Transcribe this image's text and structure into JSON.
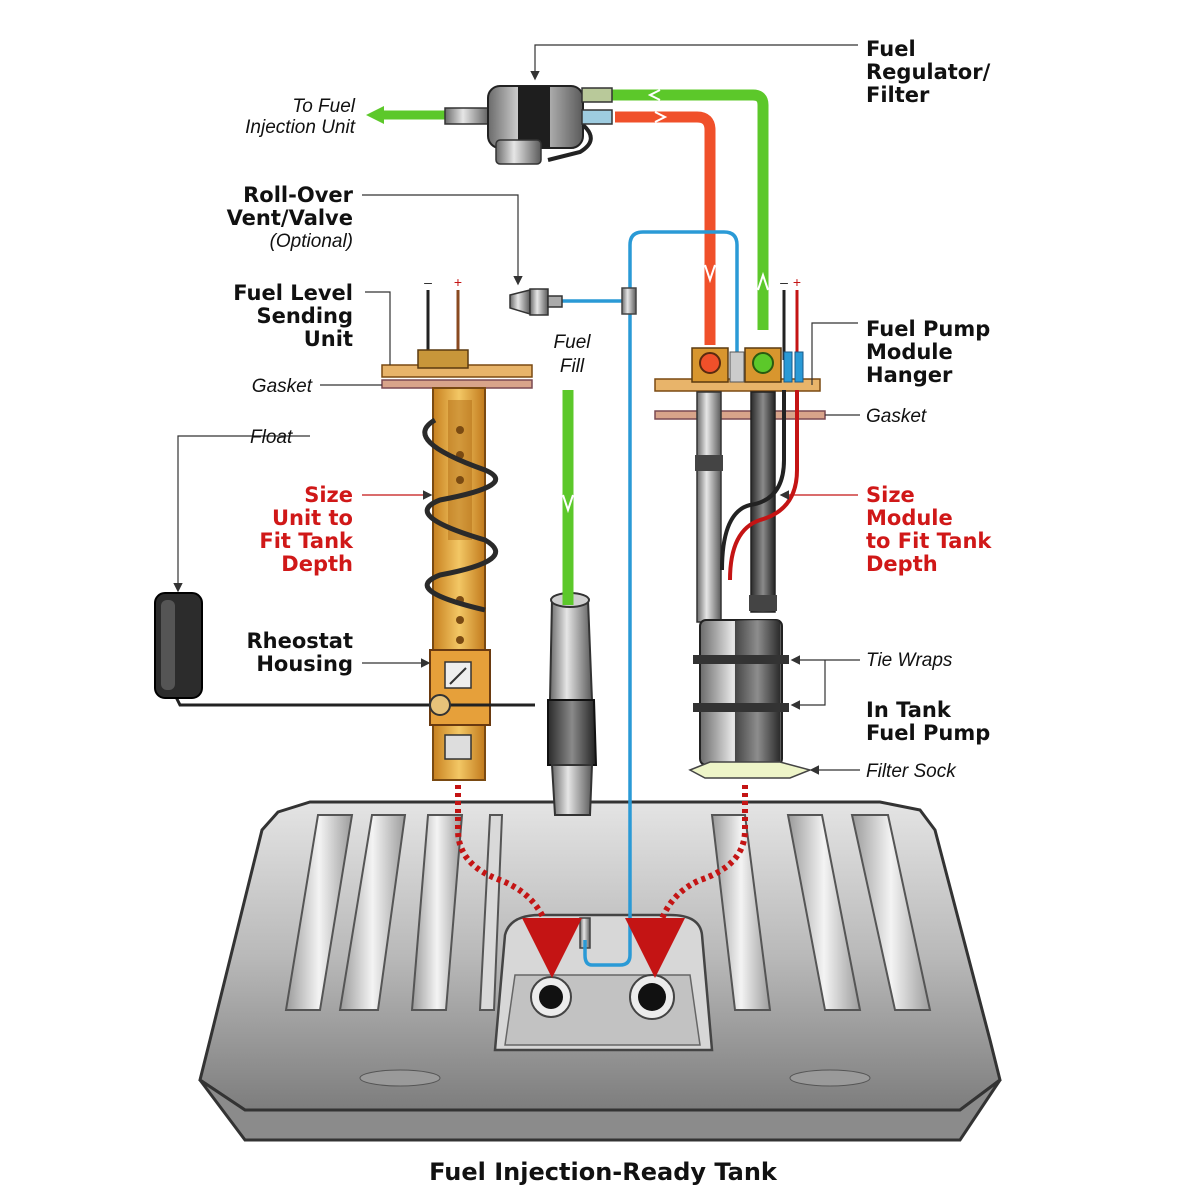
{
  "title": "Fuel Injection-Ready Tank",
  "labels": {
    "to_fuel_injection": [
      "To Fuel",
      "Injection Unit"
    ],
    "fuel_regulator": [
      "Fuel",
      "Regulator/",
      "Filter"
    ],
    "roll_over": [
      "Roll-Over",
      "Vent/Valve",
      "(Optional)"
    ],
    "fuel_level": [
      "Fuel Level",
      "Sending",
      "Unit"
    ],
    "fuel_fill": [
      "Fuel",
      "Fill"
    ],
    "fuel_pump_module": [
      "Fuel Pump",
      "Module",
      "Hanger"
    ],
    "gasket_left": "Gasket",
    "gasket_right": "Gasket",
    "float": "Float",
    "size_unit": [
      "Size",
      "Unit to",
      "Fit Tank",
      "Depth"
    ],
    "size_module": [
      "Size",
      "Module",
      "to Fit Tank",
      "Depth"
    ],
    "rheostat": [
      "Rheostat",
      "Housing"
    ],
    "tie_wraps": "Tie Wraps",
    "in_tank_pump": [
      "In Tank",
      "Fuel Pump"
    ],
    "filter_sock": "Filter Sock",
    "minus": "–",
    "plus": "+"
  },
  "colors": {
    "supply_line": "#5cc82a",
    "return_line": "#f0502a",
    "vent_line": "#2a9ad6",
    "emphasis_text": "#d01818",
    "brass": "#e2a23a"
  }
}
